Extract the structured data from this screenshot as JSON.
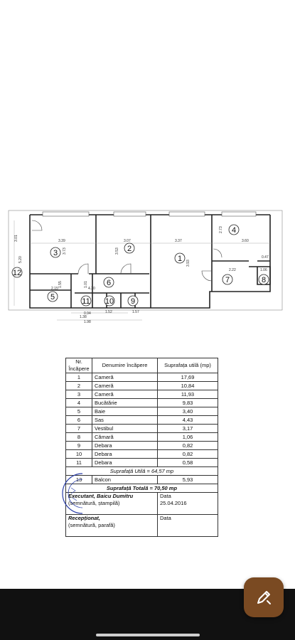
{
  "floorplan": {
    "room_numbers": [
      "1",
      "2",
      "3",
      "4",
      "5",
      "6",
      "7",
      "8",
      "9",
      "10",
      "11",
      "12"
    ],
    "dimensions": [
      "3.39",
      "3.07",
      "3.37",
      "3.60",
      "5.20",
      "3.73",
      "3.53",
      "3.93",
      "2.73",
      "2.15",
      "1.38",
      "0.47",
      "2.22",
      "1.06",
      "4.30",
      "3.01",
      "1.57",
      "1.52",
      "1.98",
      "1.55",
      "0.94",
      "1.01"
    ]
  },
  "table": {
    "header": {
      "nr": "Nr. Încăpere",
      "name": "Denumire încăpere",
      "area": "Suprafața utilă (mp)"
    },
    "rows": [
      {
        "nr": "1",
        "name": "Cameră",
        "area": "17,69"
      },
      {
        "nr": "2",
        "name": "Cameră",
        "area": "10,84"
      },
      {
        "nr": "3",
        "name": "Cameră",
        "area": "11,93"
      },
      {
        "nr": "4",
        "name": "Bucătărie",
        "area": "9,83"
      },
      {
        "nr": "5",
        "name": "Baie",
        "area": "3,40"
      },
      {
        "nr": "6",
        "name": "Sas",
        "area": "4,43"
      },
      {
        "nr": "7",
        "name": "Vestibul",
        "area": "3,17"
      },
      {
        "nr": "8",
        "name": "Cămară",
        "area": "1,06"
      },
      {
        "nr": "9",
        "name": "Debara",
        "area": "0,82"
      },
      {
        "nr": "10",
        "name": "Debara",
        "area": "0,82"
      },
      {
        "nr": "11",
        "name": "Debara",
        "area": "0,58"
      }
    ],
    "useful_total": "Suprafață Utilă = 64,57 mp",
    "balcony": {
      "nr": "13",
      "name": "Balcon",
      "area": "5,93"
    },
    "grand_total": "Suprafață Totală = 70,50 mp",
    "executor": {
      "title": "Executant, Baicu Dumitru",
      "sub": "(semnătură, ștampilă)",
      "date_label": "Data",
      "date": "25.04.2016"
    },
    "receiver": {
      "title": "Recepționat,",
      "sub": "(semnătură, parafă)",
      "date_label": "Data"
    }
  },
  "fab": {
    "icon": "pencil-edit-icon"
  },
  "colors": {
    "fab": "#7a4a22",
    "bottom_bar": "#111111",
    "stamp": "#2b3fa8"
  }
}
